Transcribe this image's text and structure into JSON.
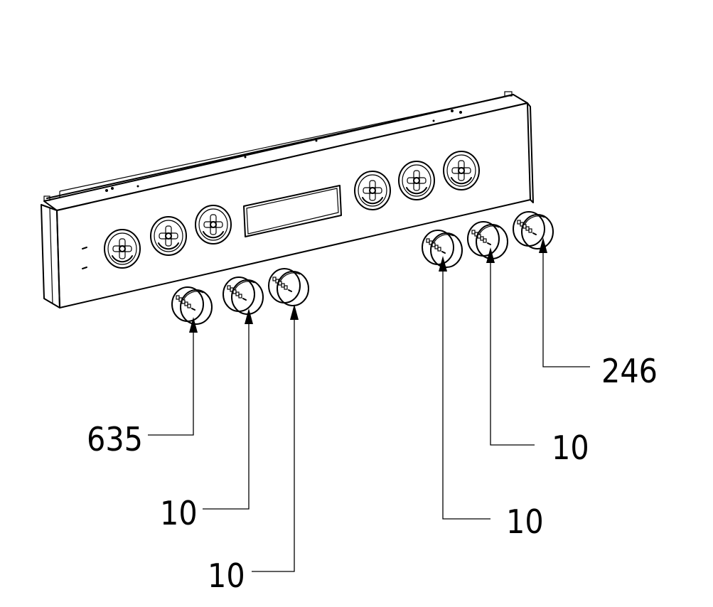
{
  "callouts": [
    {
      "id": "635",
      "label": "635"
    },
    {
      "id": "10a",
      "label": "10"
    },
    {
      "id": "10b",
      "label": "10"
    },
    {
      "id": "10c",
      "label": "10"
    },
    {
      "id": "10d",
      "label": "10"
    },
    {
      "id": "246",
      "label": "246"
    }
  ]
}
